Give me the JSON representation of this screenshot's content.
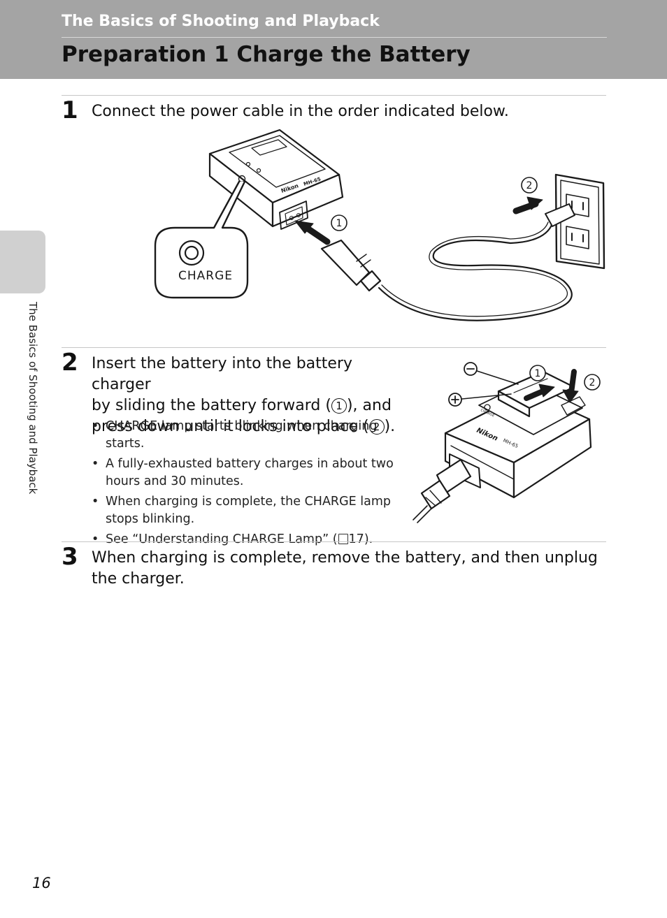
{
  "header": {
    "section_title": "The Basics of Shooting and Playback",
    "page_title": "Preparation 1 Charge the Battery"
  },
  "side_tab": {
    "label": "The Basics of Shooting and Playback"
  },
  "steps": [
    {
      "number": "1",
      "text": "Connect the power cable in the order indicated below."
    },
    {
      "number": "2",
      "line1": "Insert the battery into the battery charger",
      "line2_pre": "by sliding the battery forward (",
      "line2_post": "), and",
      "line3_pre": "press down until it locks into place (",
      "line3_post": ").",
      "bullets": [
        "CHARGE lamp starts blinking when charging starts.",
        "A fully-exhausted battery charges in about two hours and 30 minutes.",
        "When charging is complete, the CHARGE lamp stops blinking."
      ],
      "see_pre": "See “Understanding CHARGE Lamp” (",
      "see_page": "17",
      "see_post": ")."
    },
    {
      "number": "3",
      "text": "When charging is complete, remove the battery, and then unplug the charger."
    }
  ],
  "figure1": {
    "lamp_label": "CHARGE",
    "brand": "Nikon",
    "model": "MH-65",
    "callout_1": "1",
    "callout_2": "2"
  },
  "figure2": {
    "brand": "Nikon",
    "model": "MH-65",
    "lamp_label": "CHARGE",
    "callout_1": "1",
    "callout_2": "2",
    "minus": "−",
    "plus": "+"
  },
  "footer": {
    "page_number": "16"
  }
}
